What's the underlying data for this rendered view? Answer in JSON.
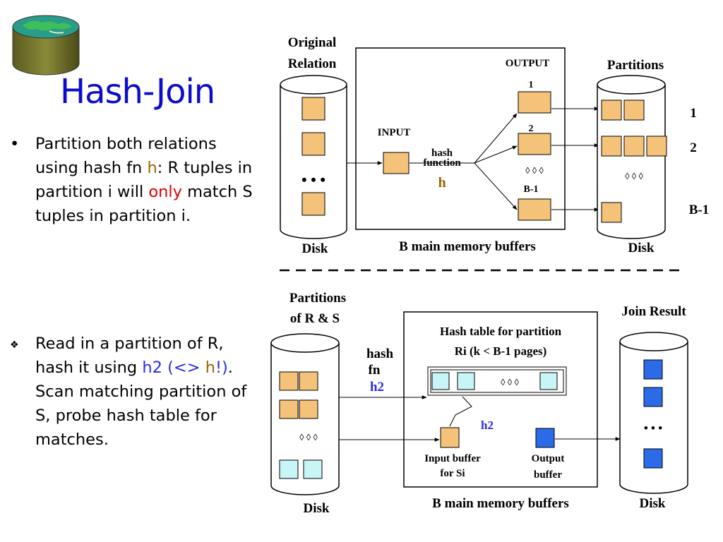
{
  "slide": {
    "title": "Hash-Join",
    "bullet1": {
      "marker": "•",
      "part1": "Partition both relations using hash fn ",
      "h": "h",
      "part2": ":  R tuples in partition i will ",
      "only": "only",
      "part3": " match S tuples in partition i."
    },
    "bullet2": {
      "marker": "❖",
      "part1": "Read in a partition of R, hash it using ",
      "h2": "h2 (<> ",
      "h": "h",
      "close": "!)",
      "part2": ". Scan matching partition of S, probe hash table for matches."
    }
  },
  "diagram_top": {
    "original_relation_l1": "Original",
    "original_relation_l2": "Relation",
    "input": "INPUT",
    "output": "OUTPUT",
    "hash_function_l1": "hash",
    "hash_function_l2": "function",
    "h": "h",
    "out1": "1",
    "out2": "2",
    "out_dots": "◊ ◊ ◊",
    "out_b1": "B-1",
    "partitions": "Partitions",
    "p1": "1",
    "p2": "2",
    "pb1": "B-1",
    "disk_left": "Disk",
    "disk_right": "Disk",
    "buffers": "B main memory buffers",
    "disk_dots": "• • •",
    "part_dots": "◊ ◊ ◊"
  },
  "diagram_bottom": {
    "partitions_l1": "Partitions",
    "partitions_l2": "of R & S",
    "hash_fn_l1": "hash",
    "hash_fn_l2": "fn",
    "h2": "h2",
    "hash_table_l1": "Hash table for partition",
    "hash_table_l2": "Ri (k < B-1 pages)",
    "ht_dots": "◊ ◊ ◊",
    "h2_probe": "h2",
    "input_buffer_l1": "Input buffer",
    "input_buffer_l2": "for Si",
    "output_buffer_l1": "Output",
    "output_buffer_l2": "buffer",
    "join_result": "Join Result",
    "disk_left": "Disk",
    "disk_right": "Disk",
    "buffers": "B main memory buffers",
    "disk_dots": "◊ ◊ ◊",
    "result_dots": "• • •"
  },
  "colors": {
    "title": "#0b0bcc",
    "orange_page": "#f5c27a",
    "cyan_page": "#c8f5f5",
    "blue_page": "#2b6be8",
    "h_label": "#996600",
    "h2_label": "#2b2be8",
    "only": "#e00000"
  }
}
